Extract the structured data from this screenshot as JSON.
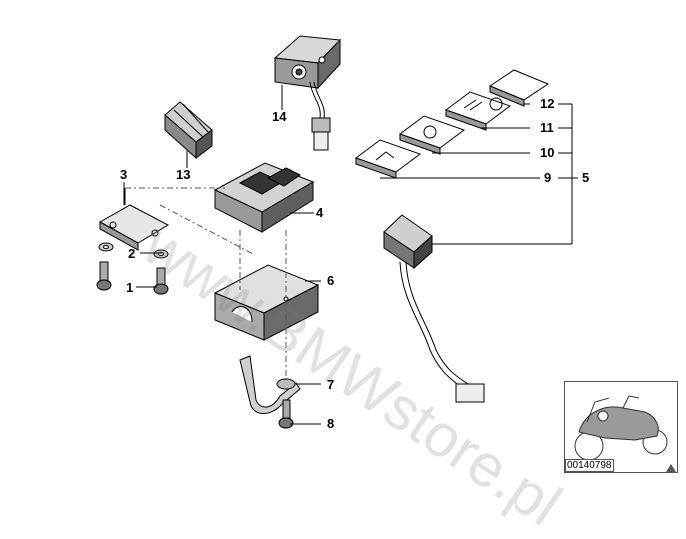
{
  "callouts": {
    "c1": "1",
    "c2": "2",
    "c3": "3",
    "c4": "4",
    "c5": "5",
    "c6": "6",
    "c7": "7",
    "c8": "8",
    "c9": "9",
    "c10": "10",
    "c11": "11",
    "c12": "12",
    "c13": "13",
    "c14": "14"
  },
  "watermark": "www.BMWstore.pl",
  "thumbnail": {
    "code": "00140798"
  },
  "colors": {
    "line": "#000000",
    "shade": "#777777",
    "watermark": "#9a9a9a"
  }
}
